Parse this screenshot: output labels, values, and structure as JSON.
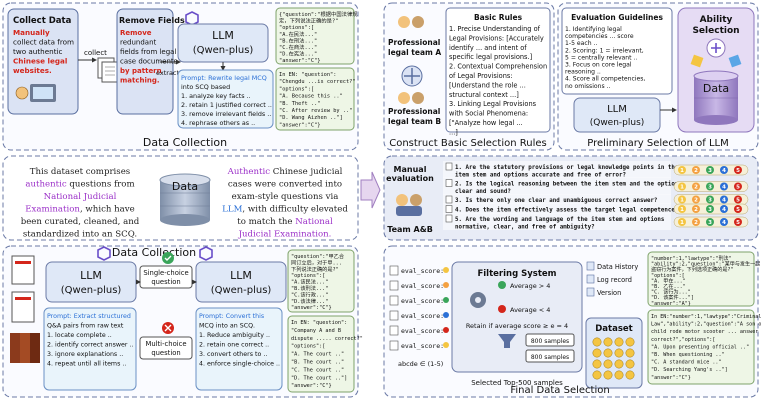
{
  "panel_collection_top": {
    "collect_title": "Collect Data",
    "collect_desc": [
      "Manually",
      "collect data from",
      "two authentic",
      "Chinese legal",
      "websites."
    ],
    "collect_arrow": "collect",
    "remove_title": "Remove Fields",
    "remove_desc": [
      "Remove",
      "redundant",
      "fields from legal",
      "case documents",
      "by pattern",
      "matching."
    ],
    "remove_arrow": "extract",
    "llm_name": "LLM",
    "llm_model": "(Qwen-plus)",
    "prompt_lines": [
      "Prompt: Rewrite legal MCQ",
      "into SCQ based",
      "1. analyze key facts ..",
      "2. retain 1 justified correct ..",
      "3. remove irrelevant fields ..",
      "4. rephrase others as .."
    ],
    "zh_json_lines": [
      "{\"question\":\"根据中国法律规",
      "定，下列说法正确的是?\"",
      "\"options\":[",
      "\"A.在民法...\"",
      "\"B.在刑法...\"",
      "\"C.在商法...\"",
      "\"D.在宪法...\"",
      "\"answer\":\"C\"}"
    ],
    "en_json_lines": [
      "In EN: \"question\":",
      "\"Chengdu ...is correct?\"",
      "\"options\":[",
      "\"A. Because this ..\"",
      "\"B. Theft ..\"",
      "\"C. After review by ..\"",
      "\"D. Wang Aizhen ..\"]",
      "\"answer\":\"C\"}"
    ],
    "caption": "Data Collection"
  },
  "panel_rules": {
    "team_a": [
      "Professional",
      "legal team A"
    ],
    "team_b": [
      "Professional",
      "legal team B"
    ],
    "title": "Basic Rules",
    "lines": [
      "1. Precise Understanding of",
      "Legal Provisions: [Accurately",
      "identify ... and intent of",
      "specific legal provisions.]",
      "2. Contextual Comprehension",
      "of Legal Provisions:",
      "[Understand the role ...",
      "structural context ...]",
      "3. Linking Legal Provisions",
      "with Social Phenomena:",
      "[\"Analyze how legal ...",
      "...]"
    ],
    "caption": "Construct Basic Selection Rules"
  },
  "panel_llm_select": {
    "guide_title": "Evaluation Guidelines",
    "guide_lines": [
      "1. Identifying legal",
      "competencies ... score",
      "1-5 each ..",
      "2. Scoring: 1 = irrelevant,",
      "5 = centrally relevant ..",
      "3. Focus on core legal",
      "reasoning ..",
      "4. Score all competencies,",
      "no omissions .."
    ],
    "llm_name": "LLM",
    "llm_model": "(Qwen-plus)",
    "ability_title": "Ability",
    "ability_title2": "Selection",
    "data_label": "Data",
    "caption": "Preliminary Selection of LLM"
  },
  "panel_summary": {
    "text_lines": [
      [
        {
          "t": "This dataset comprises",
          "c": "#222"
        }
      ],
      [
        {
          "t": "authentic",
          "c": "#9b30c8"
        },
        {
          "t": " questions from",
          "c": "#222"
        }
      ],
      [
        {
          "t": "National Judicial",
          "c": "#9b30c8"
        }
      ],
      [
        {
          "t": "Examination",
          "c": "#9b30c8"
        },
        {
          "t": ", which have",
          "c": "#222"
        }
      ],
      [
        {
          "t": "been curated, cleaned, and",
          "c": "#222"
        }
      ],
      [
        {
          "t": "standardized into an SCQ.",
          "c": "#222"
        }
      ]
    ],
    "data_label": "Data",
    "right_lines": [
      [
        {
          "t": "Authentic",
          "c": "#9b30c8"
        },
        {
          "t": " Chinese judicial",
          "c": "#222"
        }
      ],
      [
        {
          "t": "cases were converted into",
          "c": "#222"
        }
      ],
      [
        {
          "t": "exam-style questions via",
          "c": "#222"
        }
      ],
      [
        {
          "t": "LLM",
          "c": "#2a6fd6"
        },
        {
          "t": ", with difficulty elevated",
          "c": "#222"
        }
      ],
      [
        {
          "t": "to match the ",
          "c": "#222"
        },
        {
          "t": "National",
          "c": "#9b30c8"
        }
      ],
      [
        {
          "t": "Judicial Examination.",
          "c": "#9b30c8"
        }
      ]
    ]
  },
  "panel_collection_bottom": {
    "title": "Data Collection",
    "llm_name": "LLM",
    "llm_model": "(Qwen-plus)",
    "single_choice": [
      "Single-choice",
      "question"
    ],
    "multi_choice": [
      "Multi-choice",
      "question"
    ],
    "prompt_left": [
      "Prompt: Extract structured",
      "Q&A pairs from raw text",
      "1. locate complete ..",
      "2. identify correct answer ..",
      "3. ignore explanations ..",
      "4. repeat until all items .."
    ],
    "prompt_right": [
      "Prompt: Convert this",
      "MCQ into an SCQ.",
      "1. Reduce ambiguity ..",
      "2. retain one correct ..",
      "3. convert others to ..",
      "4. enforce single-choice .."
    ],
    "zh_json_lines": [
      "\"question\":\"甲乙合",
      "同订立后，对于甲...",
      "下列说法正确的是?\"",
      "\"options\":[",
      "\"A.该民法...\"",
      "\"B.该刑法...\"",
      "\"C.该行政...\"",
      "\"D.该法律...\"",
      "\"answer\":\"C\"}"
    ],
    "en_json_lines": [
      "In EN: \"question\":",
      "\"Company A and B",
      "dispute ..... correct?\"",
      "\"options\":[",
      "\"A. The court ..\"",
      "\"B. The court ..\"",
      "\"C. The court ..\"",
      "\"D. The court ..\"]",
      "\"answer\":\"C\"}"
    ]
  },
  "panel_manual": {
    "manual_label": [
      "Manual",
      "evaluation"
    ],
    "team_label": "Team A&B",
    "questions": [
      [
        "1. Are the statutory provisions or legal knowledge points in the",
        "item stem and options accurate and free of error?"
      ],
      [
        "2. Is the logical reasoning between the item stem and the options",
        "clear and sound?"
      ],
      [
        "3. Is there only one clear and unambiguous correct answer?"
      ],
      [
        "4. Does the item effectively assess the target legal competence?"
      ],
      [
        "5. Are the wording and language of the item stem and options",
        "normative, clear, and free of ambiguity?"
      ]
    ],
    "scores": [
      "1",
      "2",
      "3",
      "4",
      "5"
    ]
  },
  "panel_final": {
    "eval_rows": [
      "eval_score:",
      "eval_score:",
      "eval_score:",
      "eval_score:",
      "eval_score:",
      "eval_score:"
    ],
    "score_range": "abcde ∈ (1-5)",
    "filter_title": "Filtering System",
    "avg_high": "Average > 4",
    "avg_low": "Average < 4",
    "retain_rule": "Retain if average score ≥ e = 4",
    "samples_a": "800 samples",
    "samples_b": "800 samples",
    "top_label": "Selected Top-500 samples",
    "history": [
      "Data History",
      "Log record",
      "Version"
    ],
    "dataset_label": "Dataset",
    "zh_json_lines": [
      "\"number\":1,\"lawtype\":\"刑法\"",
      "\"ability\":2,\"question\":\"某甲与发生一起",
      "盗窃行为案件，下列选项正确的是?\"",
      "\"options\":[",
      "\"A. 甲在...\"",
      "\"B. 乙在...\"",
      "\"C. 该行为...\"",
      "\"D. 该案件...\"]",
      "\"answer\":\"A\"}"
    ],
    "en_json_lines": [
      "In EN:\"number\":1,\"lawtype\":\"Criminal",
      "Law\",\"ability\":2,\"question\":\"A son of",
      "child rode motor scooter ... answer is",
      "correct?\",\"options\":[",
      "\"A. Upon presenting official ..\"",
      "\"B. When questioning ..\"",
      "\"C. A standard mice ..\"",
      "\"D. Searching Yang's ..\"]",
      "\"answer\":\"C\"}"
    ],
    "caption": "Final Data Selection"
  },
  "colors": {
    "accent_red": "#d4261b",
    "accent_purple": "#9b30c8",
    "accent_blue": "#2a6fd6",
    "llm_fill": "#dfe8f7",
    "prompt_fill": "#e9f4fb",
    "json_fill": "#eef6e6",
    "panel_fill": "#e8ecf6"
  }
}
